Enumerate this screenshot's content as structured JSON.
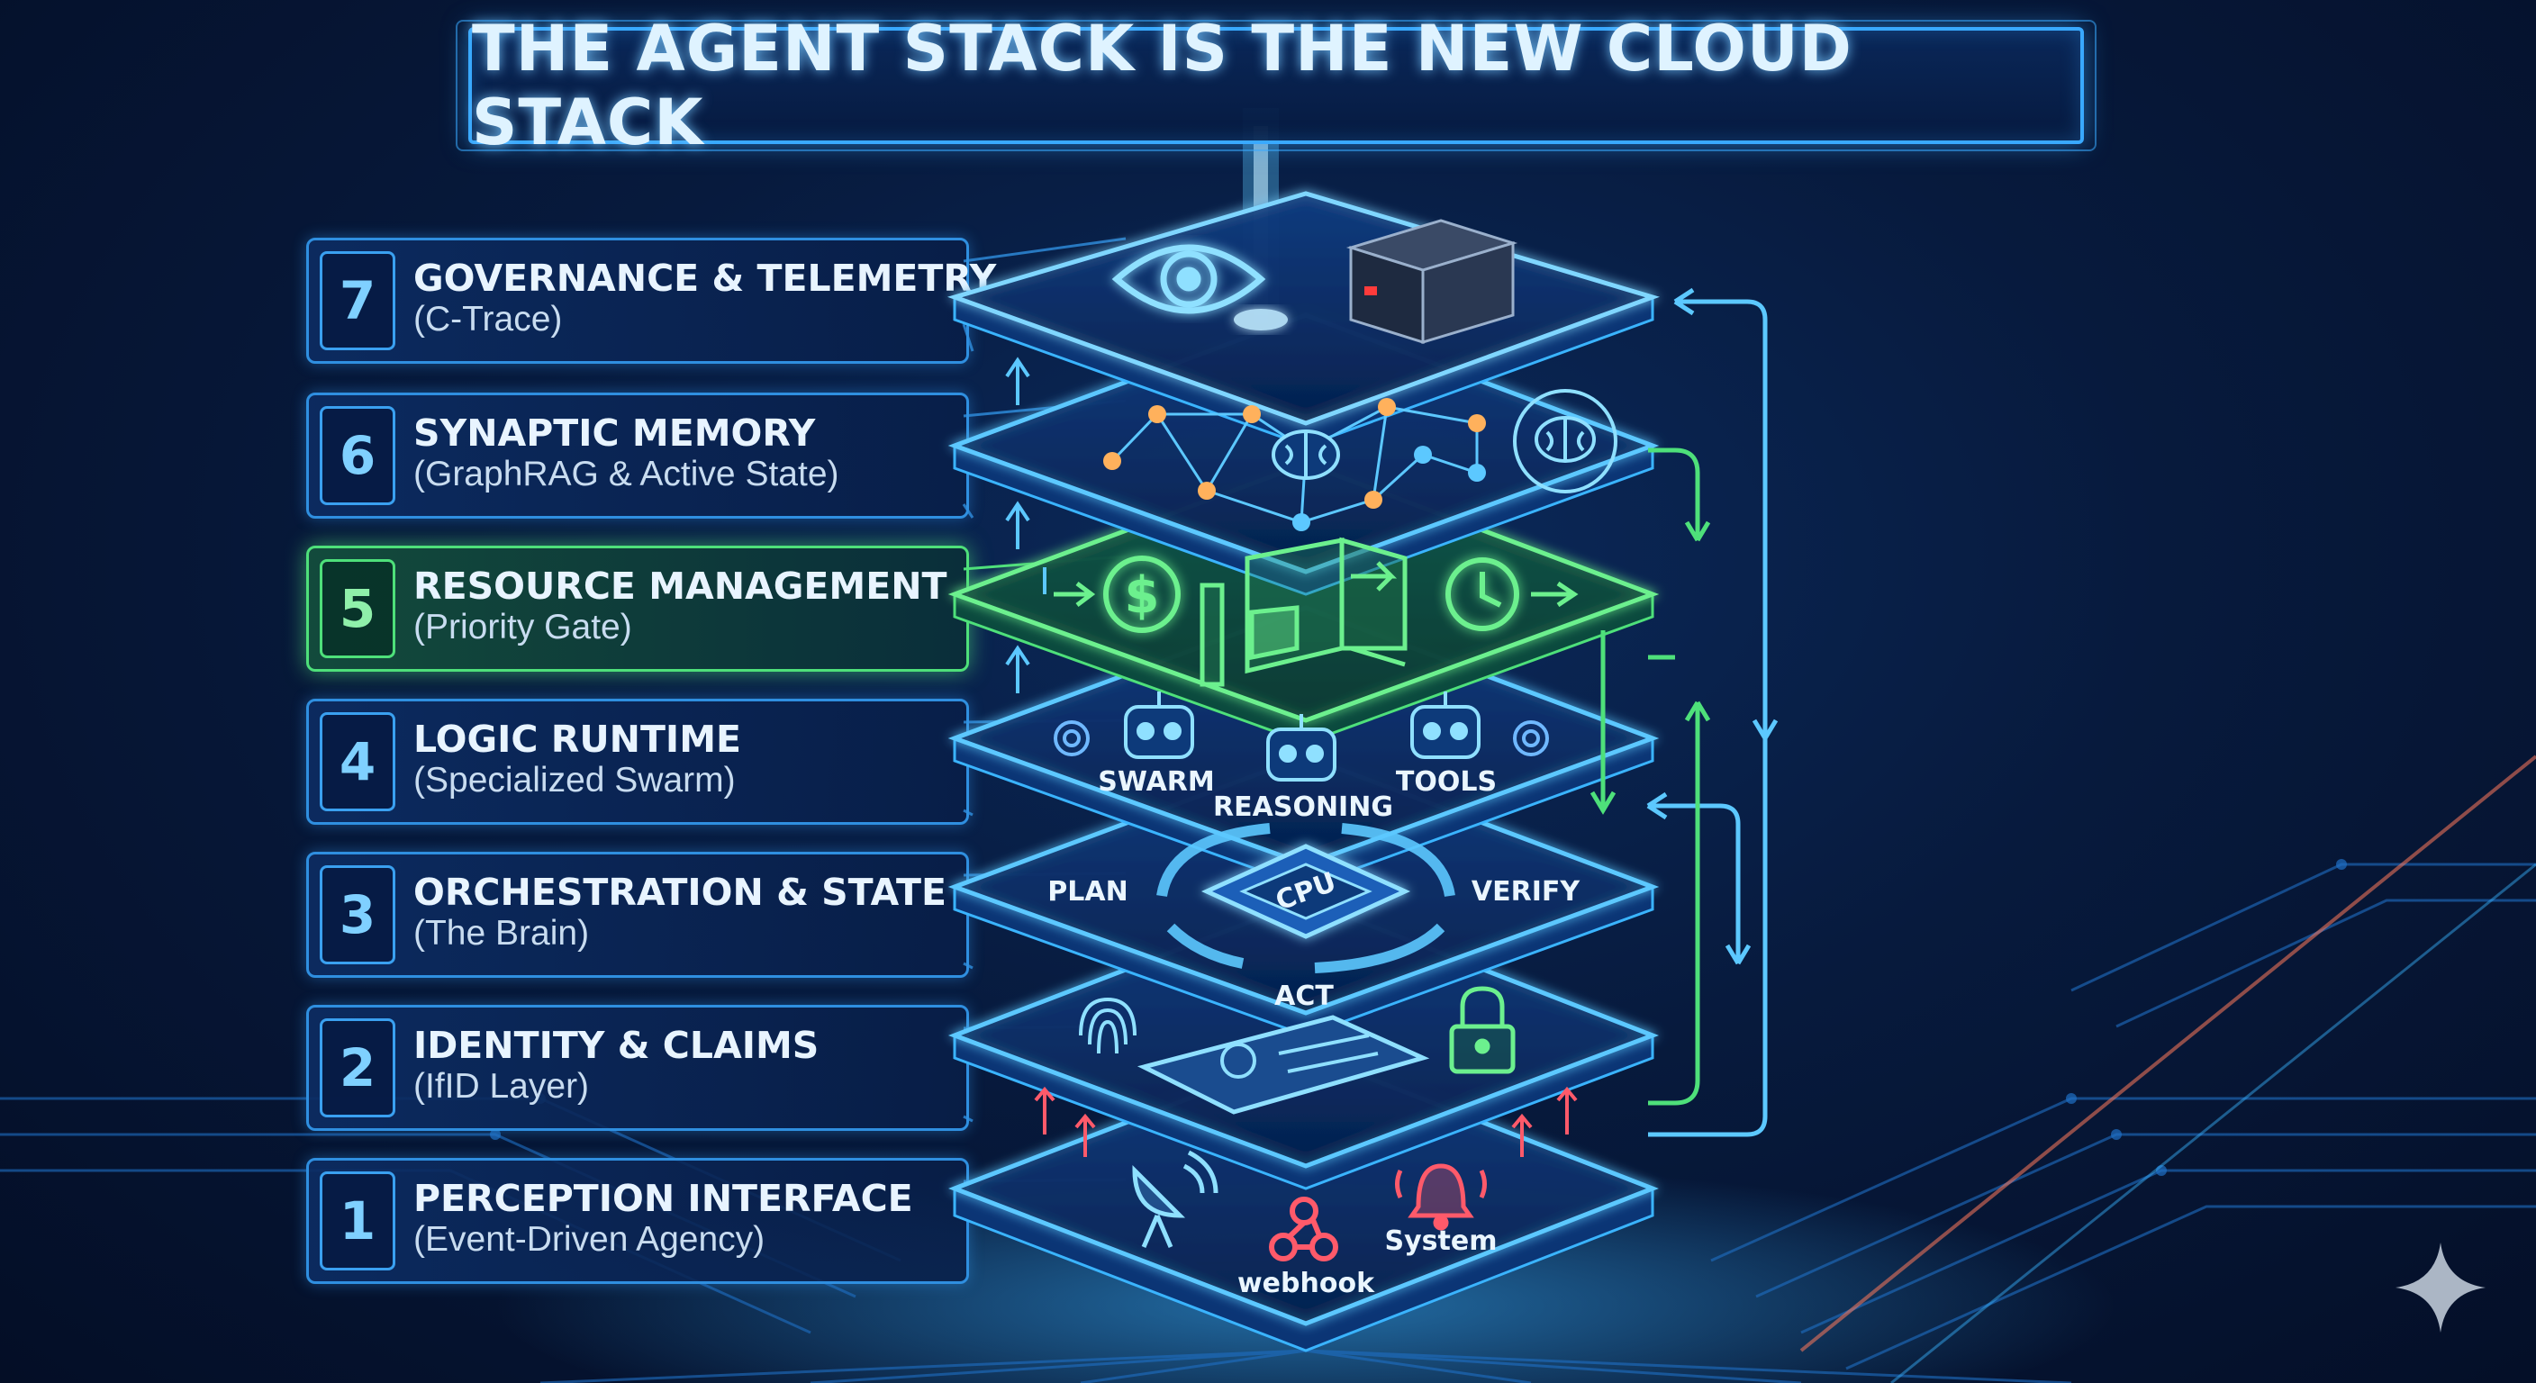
{
  "title": "THE AGENT STACK IS THE NEW CLOUD STACK",
  "layers": [
    {
      "number": "7",
      "title": "GOVERNANCE & TELEMETRY",
      "subtitle": "(C-Trace)"
    },
    {
      "number": "6",
      "title": "SYNAPTIC MEMORY",
      "subtitle": "(GraphRAG & Active State)"
    },
    {
      "number": "5",
      "title": "RESOURCE MANAGEMENT",
      "subtitle": "(Priority Gate)"
    },
    {
      "number": "4",
      "title": "LOGIC RUNTIME",
      "subtitle": "(Specialized Swarm)"
    },
    {
      "number": "3",
      "title": "ORCHESTRATION & STATE",
      "subtitle": "(The Brain)"
    },
    {
      "number": "2",
      "title": "IDENTITY & CLAIMS",
      "subtitle": "(IfID Layer)"
    },
    {
      "number": "1",
      "title": "PERCEPTION INTERFACE",
      "subtitle": "(Event-Driven Agency)"
    }
  ],
  "diagram_labels": {
    "swarm": "SWARM",
    "reasoning": "REASONING",
    "tools": "TOOLS",
    "plan": "PLAN",
    "verify": "VERIFY",
    "act": "ACT",
    "cpu": "CPU",
    "webhook": "webhook",
    "system": "System"
  },
  "colors": {
    "accent": "#39a9ff",
    "highlight": "#4ee07a",
    "background": "#071a3d"
  },
  "icons": [
    "eye-icon",
    "server-box-icon",
    "brain-icon",
    "dollar-icon",
    "gate-icon",
    "clock-icon",
    "robot-icon",
    "gear-icon",
    "cpu-icon",
    "fingerprint-icon",
    "id-card-icon",
    "lock-icon",
    "satellite-dish-icon",
    "webhook-icon",
    "bell-icon",
    "sparkle-icon"
  ]
}
